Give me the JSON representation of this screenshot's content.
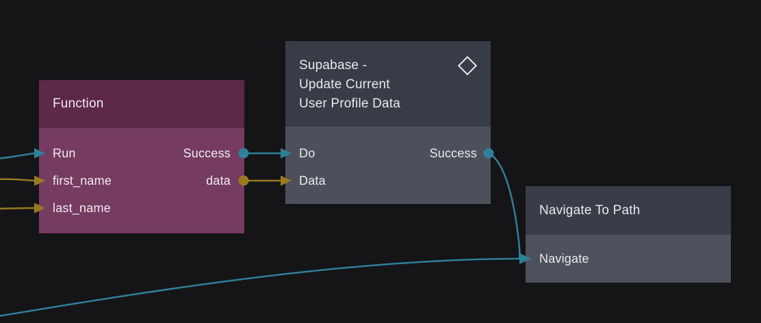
{
  "colors": {
    "background": "#151517",
    "exec_connection": "#2e8199",
    "data_connection": "#9a7a20",
    "function_header": "#5c2949",
    "function_body": "#753b60",
    "node_header": "#383c46",
    "node_body": "#4c505a"
  },
  "nodes": {
    "function": {
      "title": "Function",
      "inputs": {
        "run": "Run",
        "first_name": "first_name",
        "last_name": "last_name"
      },
      "outputs": {
        "success": "Success",
        "data": "data"
      }
    },
    "supabase": {
      "title_line1": "Supabase -",
      "title_line2": "Update Current",
      "title_line3": "User Profile Data",
      "icon": "diamond-icon",
      "inputs": {
        "do": "Do",
        "data": "Data"
      },
      "outputs": {
        "success": "Success"
      }
    },
    "navigate": {
      "title": "Navigate To Path",
      "inputs": {
        "navigate": "Navigate"
      }
    }
  },
  "connections": [
    {
      "from": "offscreen-left",
      "to": "Function.Run",
      "type": "exec"
    },
    {
      "from": "offscreen-left",
      "to": "Function.first_name",
      "type": "data"
    },
    {
      "from": "offscreen-left",
      "to": "Function.last_name",
      "type": "data"
    },
    {
      "from": "Function.Success",
      "to": "Supabase - Update Current User Profile Data.Do",
      "type": "exec"
    },
    {
      "from": "Function.data",
      "to": "Supabase - Update Current User Profile Data.Data",
      "type": "data"
    },
    {
      "from": "Supabase - Update Current User Profile Data.Success",
      "to": "Navigate To Path.Navigate",
      "type": "exec"
    },
    {
      "from": "offscreen-bottom-left",
      "to": "Navigate To Path.Navigate",
      "type": "exec"
    }
  ]
}
